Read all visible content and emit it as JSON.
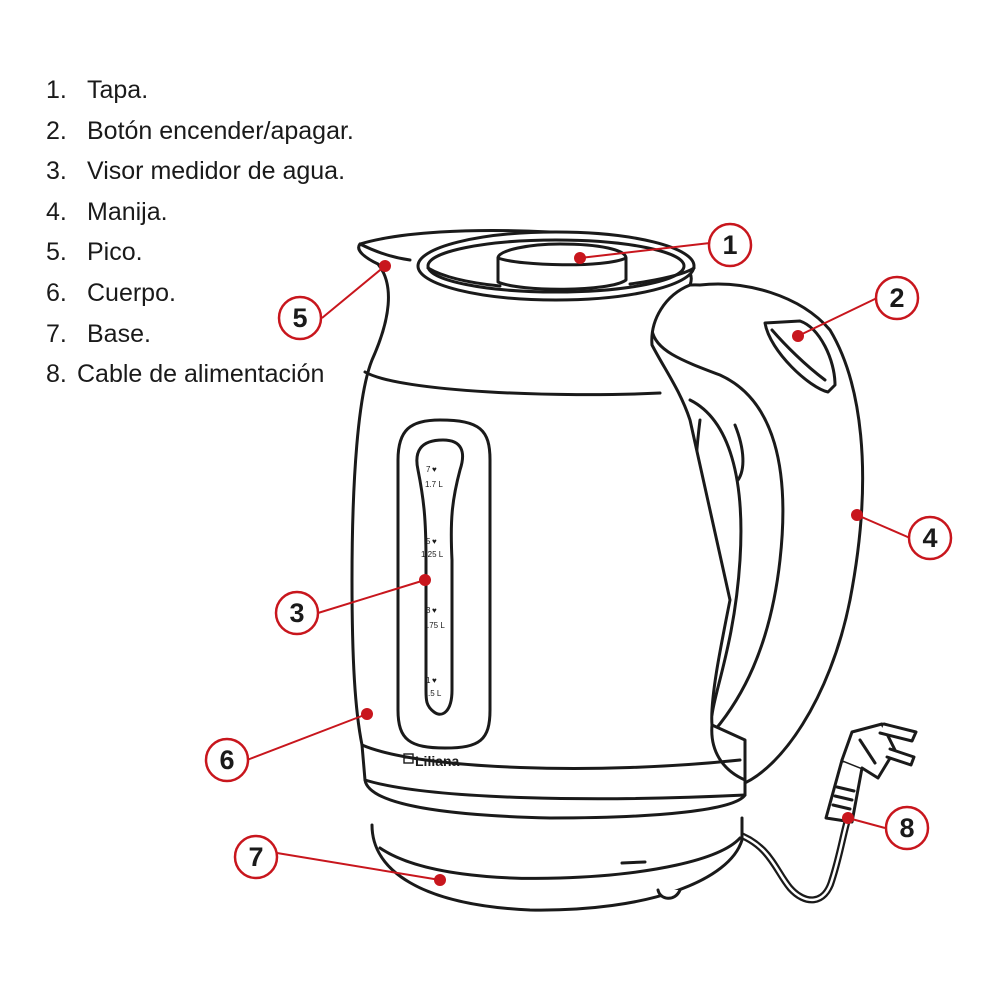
{
  "legend": [
    {
      "num": "1.",
      "label": "Tapa."
    },
    {
      "num": "2.",
      "label": "Botón encender/apagar."
    },
    {
      "num": "3.",
      "label": "Visor medidor de agua."
    },
    {
      "num": "4.",
      "label": "Manija."
    },
    {
      "num": "5.",
      "label": "Pico."
    },
    {
      "num": "6.",
      "label": "Cuerpo."
    },
    {
      "num": "7.",
      "label": "Base."
    },
    {
      "num": "8.",
      "label": "Cable de alimentación"
    }
  ],
  "callouts": [
    "1",
    "2",
    "3",
    "4",
    "5",
    "6",
    "7",
    "8"
  ],
  "gauge": {
    "marks": [
      {
        "cups": "7",
        "volume": "1.7 L"
      },
      {
        "cups": "5",
        "volume": "1.25 L"
      },
      {
        "cups": "3",
        "volume": ".75 L"
      },
      {
        "cups": "1",
        "volume": ".5 L"
      }
    ]
  },
  "brand": "Liliana",
  "colors": {
    "callout": "#c8161d",
    "line": "#1a1a1a",
    "background": "#ffffff"
  }
}
